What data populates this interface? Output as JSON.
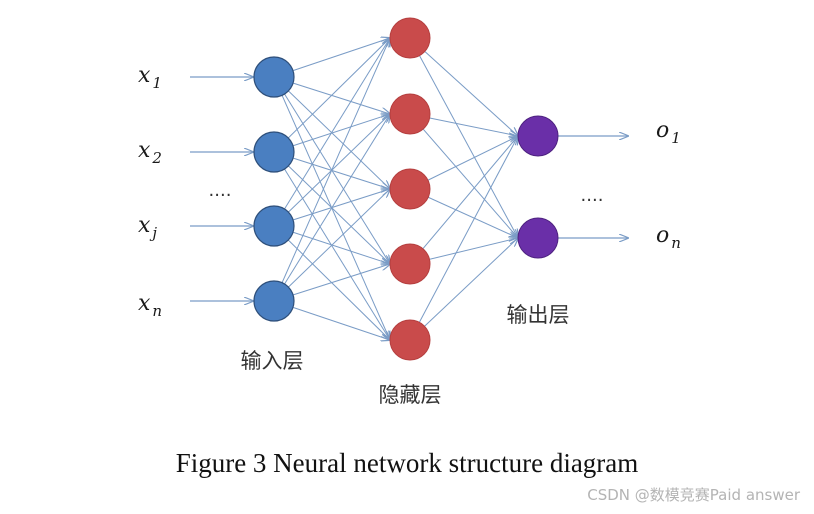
{
  "inputs": [
    {
      "var": "x",
      "sub": "1"
    },
    {
      "var": "x",
      "sub": "2"
    },
    {
      "var": "x",
      "sub": "j"
    },
    {
      "var": "x",
      "sub": "n"
    }
  ],
  "outputs": [
    {
      "var": "o",
      "sub": "1"
    },
    {
      "var": "o",
      "sub": "n"
    }
  ],
  "ellipsis_input": "....",
  "ellipsis_output": "....",
  "layers": {
    "input": "输入层",
    "hidden": "隐藏层",
    "output": "输出层"
  },
  "colors": {
    "input_node": "#4a7fc1",
    "hidden_node": "#c94b4b",
    "output_node": "#6a2fa8",
    "edge": "#7a9cc6"
  },
  "caption": "Figure 3 Neural network structure diagram",
  "watermark": "CSDN @数模竞赛Paid answer"
}
